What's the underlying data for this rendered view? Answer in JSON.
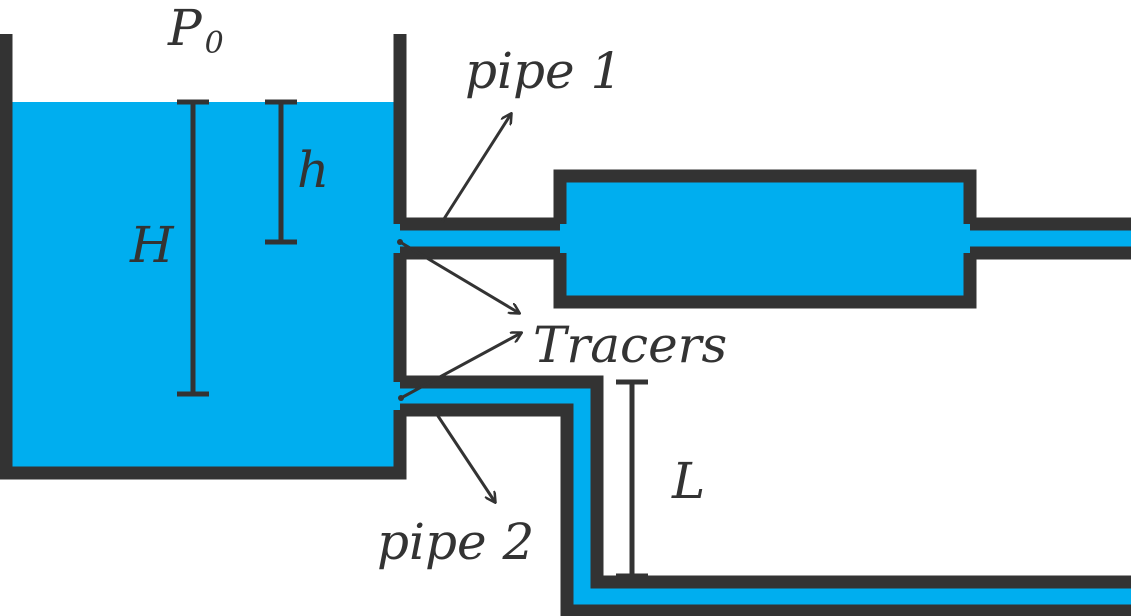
{
  "labels": {
    "pressure": "P",
    "pressure_sub": "0",
    "pipe1": "pipe 1",
    "pipe2": "pipe 2",
    "tracers": "Tracers",
    "total_height": "H",
    "depth": "h",
    "drop_length": "L"
  },
  "colors": {
    "water": "#00aeef",
    "wall": "#333333",
    "background": "#ffffff"
  }
}
